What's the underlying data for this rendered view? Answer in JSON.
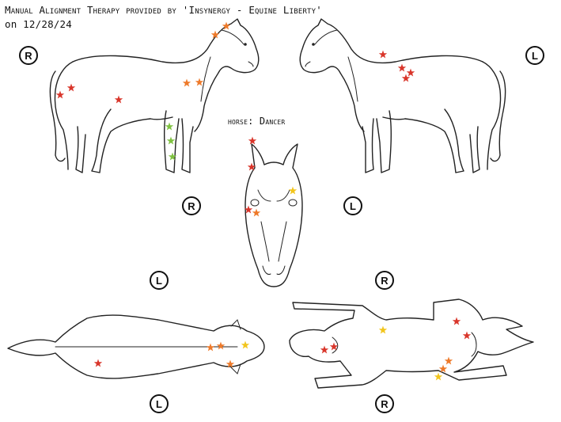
{
  "header": {
    "title": "Manual Alignment Therapy provided by 'Insynergy - Equine Liberty'",
    "date_line": "on 12/28/24"
  },
  "horse_label": "horse: Dancer",
  "side_labels": {
    "right_profile": "R",
    "left_profile": "L",
    "face_right": "R",
    "face_left": "L",
    "top_view_left": "L",
    "top_view_right": "R",
    "bottom_view_left": "L",
    "bottom_view_right": "R"
  },
  "colors": {
    "red": "#d9362b",
    "orange": "#ee7a2a",
    "yellow": "#f2c51c",
    "green": "#7fc241",
    "outline": "#222222"
  },
  "icons": {
    "marker": "star-icon"
  }
}
